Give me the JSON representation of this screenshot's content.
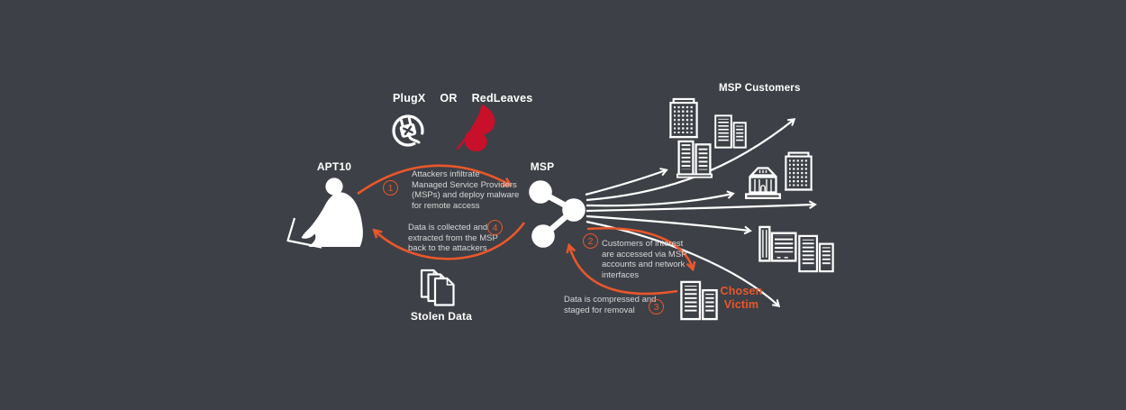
{
  "colors": {
    "background": "#3d4046",
    "accent_orange": "#e9572b",
    "icon_white": "#ffffff",
    "body_text": "#d6d7d8",
    "leaf_red": "#c8102b"
  },
  "malware": {
    "plugx": "PlugX",
    "or": "OR",
    "redleaves": "RedLeaves"
  },
  "nodes": {
    "attacker": "APT10",
    "msp": "MSP",
    "customers": "MSP Customers",
    "stolen_data": "Stolen Data",
    "chosen_victim": "Chosen\nVictim"
  },
  "steps": [
    {
      "number": "1",
      "text": "Attackers infiltrate\nManaged Service Providers\n(MSPs) and deploy malware\nfor remote access"
    },
    {
      "number": "2",
      "text": "Customers of interest\nare accessed via MSP\naccounts and network\ninterfaces"
    },
    {
      "number": "3",
      "text": "Data is compressed and\nstaged for removal"
    },
    {
      "number": "4",
      "text": "Data is collected and\nextracted from the MSP\nback to the attackers"
    }
  ]
}
